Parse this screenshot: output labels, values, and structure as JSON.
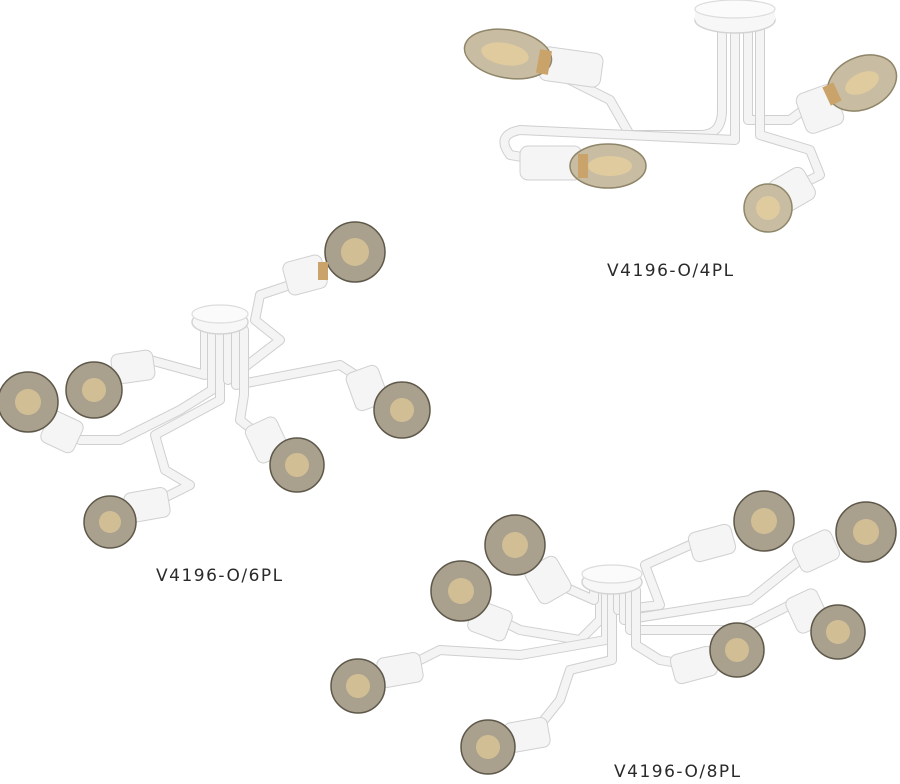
{
  "products": [
    {
      "id": "4pl",
      "model": "V4196-O/4PL",
      "bulb_shape": "edison-teardrop",
      "bulb_count": 4
    },
    {
      "id": "6pl",
      "model": "V4196-O/6PL",
      "bulb_shape": "globe",
      "bulb_count": 6
    },
    {
      "id": "8pl",
      "model": "V4196-O/8PL",
      "bulb_shape": "globe",
      "bulb_count": 8
    }
  ],
  "colors": {
    "background": "#ffffff",
    "frame": "#f4f4f4",
    "frame_shadow": "#cfcfcf",
    "bulb_glass": "#b8a98a",
    "bulb_glow": "#f3d79a",
    "socket_brass": "#c9a36a",
    "caption_text": "#2a2a2a"
  }
}
